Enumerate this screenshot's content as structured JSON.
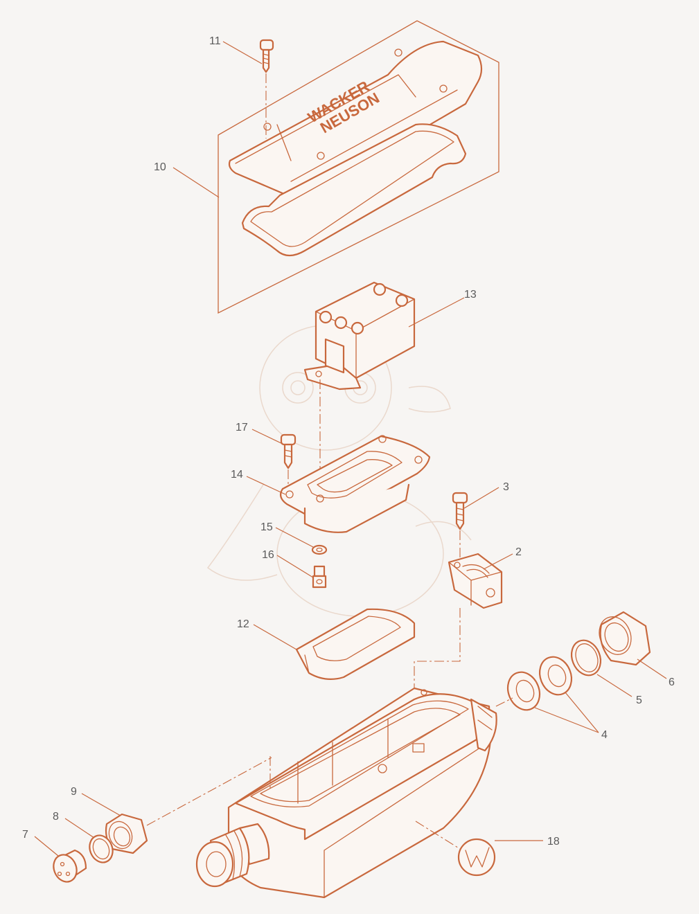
{
  "diagram": {
    "brand_text_line1": "WACKER",
    "brand_text_line2": "NEUSON",
    "colors": {
      "line": "#c8683d",
      "label": "#5a5a5a",
      "background": "#f7f5f3"
    },
    "callouts": [
      {
        "id": "c11",
        "label": "11"
      },
      {
        "id": "c10",
        "label": "10"
      },
      {
        "id": "c13",
        "label": "13"
      },
      {
        "id": "c17",
        "label": "17"
      },
      {
        "id": "c14",
        "label": "14"
      },
      {
        "id": "c3",
        "label": "3"
      },
      {
        "id": "c2",
        "label": "2"
      },
      {
        "id": "c15",
        "label": "15"
      },
      {
        "id": "c16",
        "label": "16"
      },
      {
        "id": "c12",
        "label": "12"
      },
      {
        "id": "c6",
        "label": "6"
      },
      {
        "id": "c5",
        "label": "5"
      },
      {
        "id": "c4",
        "label": "4"
      },
      {
        "id": "c9",
        "label": "9"
      },
      {
        "id": "c8",
        "label": "8"
      },
      {
        "id": "c7",
        "label": "7"
      },
      {
        "id": "c18",
        "label": "18"
      }
    ]
  }
}
